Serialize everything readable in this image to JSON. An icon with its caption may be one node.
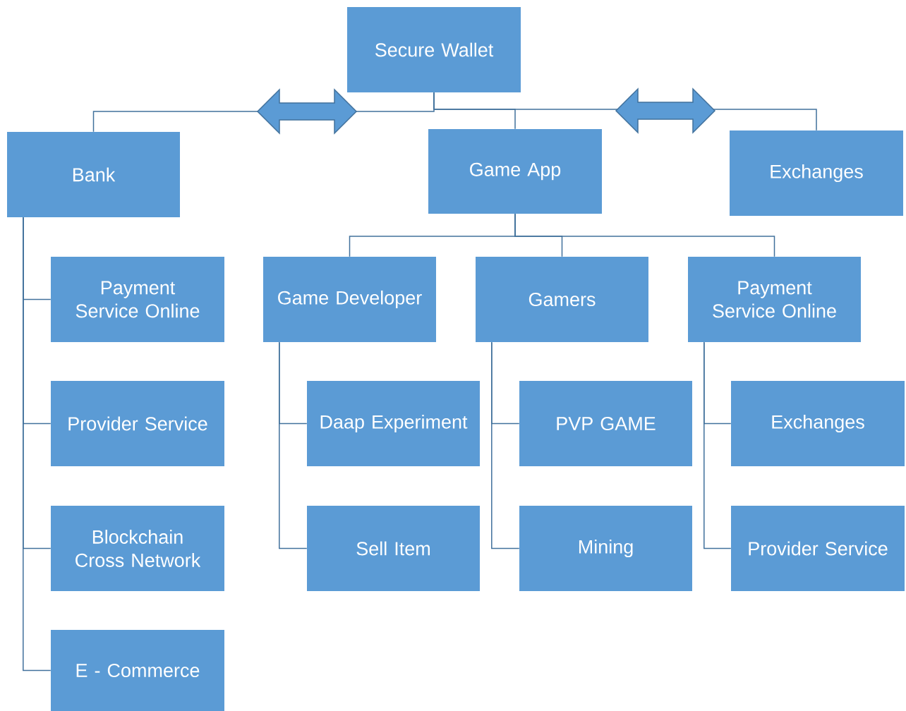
{
  "diagram": {
    "nodes": [
      {
        "text": [
          "Secure Wallet"
        ]
      },
      {
        "text": [
          "Bank"
        ]
      },
      {
        "text": [
          "Game App"
        ]
      },
      {
        "text": [
          "Exchanges"
        ]
      },
      {
        "text": [
          "Payment Service Online"
        ]
      },
      {
        "text": [
          "Provider Service"
        ]
      },
      {
        "text": [
          "Blockchain Cross Network"
        ]
      },
      {
        "text": [
          "E - Commerce"
        ]
      },
      {
        "text": [
          "Game Developer"
        ]
      },
      {
        "text": [
          "Gamers"
        ]
      },
      {
        "text": [
          "Payment Service Online"
        ]
      },
      {
        "text": [
          "Daap Experiment"
        ]
      },
      {
        "text": [
          "Sell Item"
        ]
      },
      {
        "text": [
          "PVP GAME"
        ]
      },
      {
        "text": [
          "Mining"
        ]
      },
      {
        "text": [
          "Exchanges"
        ]
      },
      {
        "text": [
          "Provider Service"
        ]
      }
    ],
    "edges": [
      {
        "from": 0,
        "to": 1,
        "arrow": "none"
      },
      {
        "from": 0,
        "to": 2,
        "arrow": "none"
      },
      {
        "from": 0,
        "to": 3,
        "arrow": "none"
      },
      {
        "from": 1,
        "to": 4,
        "arrow": "none"
      },
      {
        "from": 1,
        "to": 5,
        "arrow": "none"
      },
      {
        "from": 1,
        "to": 6,
        "arrow": "none"
      },
      {
        "from": 1,
        "to": 7,
        "arrow": "none"
      },
      {
        "from": 2,
        "to": 8,
        "arrow": "none"
      },
      {
        "from": 2,
        "to": 9,
        "arrow": "none"
      },
      {
        "from": 2,
        "to": 10,
        "arrow": "none"
      },
      {
        "from": 8,
        "to": 11,
        "arrow": "none"
      },
      {
        "from": 8,
        "to": 12,
        "arrow": "none"
      },
      {
        "from": 9,
        "to": 13,
        "arrow": "none"
      },
      {
        "from": 9,
        "to": 14,
        "arrow": "none"
      },
      {
        "from": 10,
        "to": 15,
        "arrow": "none"
      },
      {
        "from": 10,
        "to": 16,
        "arrow": "none"
      }
    ]
  }
}
